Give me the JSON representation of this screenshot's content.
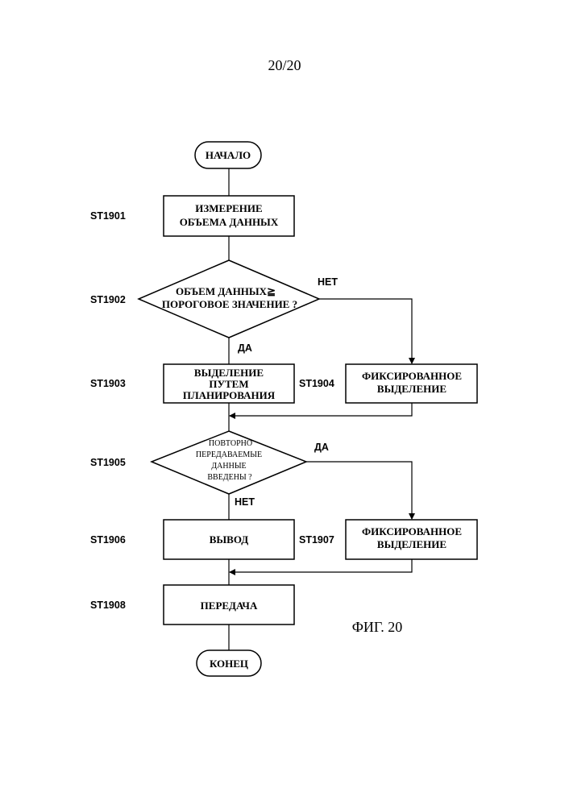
{
  "page_number": "20/20",
  "figure_label": "ФИГ. 20",
  "nodes": {
    "start": "НАЧАЛО",
    "st1901": {
      "step": "ST1901",
      "lines": [
        "ИЗМЕРЕНИЕ",
        "ОБЪЕМА ДАННЫХ"
      ]
    },
    "st1902": {
      "step": "ST1902",
      "lines": [
        "ОБЪЕМ ДАННЫХ≧",
        "ПОРОГОВОЕ ЗНАЧЕНИЕ ?"
      ]
    },
    "st1903": {
      "step": "ST1903",
      "lines": [
        "ВЫДЕЛЕНИЕ",
        "ПУТЕМ",
        "ПЛАНИРОВАНИЯ"
      ]
    },
    "st1904": {
      "step": "ST1904",
      "lines": [
        "ФИКСИРОВАННОЕ",
        "ВЫДЕЛЕНИЕ"
      ]
    },
    "st1905": {
      "step": "ST1905",
      "lines": [
        "ПОВТОРНО",
        "ПЕРЕДАВАЕМЫЕ",
        "ДАННЫЕ",
        "ВВЕДЕНЫ ?"
      ]
    },
    "st1906": {
      "step": "ST1906",
      "lines": [
        "ВЫВОД"
      ]
    },
    "st1907": {
      "step": "ST1907",
      "lines": [
        "ФИКСИРОВАННОЕ",
        "ВЫДЕЛЕНИЕ"
      ]
    },
    "st1908": {
      "step": "ST1908",
      "lines": [
        "ПЕРЕДАЧА"
      ]
    },
    "end": "КОНЕЦ"
  },
  "branches": {
    "st1902_no": "НЕТ",
    "st1902_yes": "ДА",
    "st1905_yes": "ДА",
    "st1905_no": "НЕТ"
  }
}
